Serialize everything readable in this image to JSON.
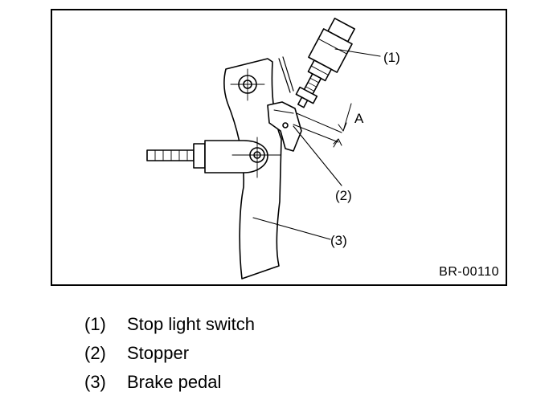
{
  "figure": {
    "id": "BR-00110",
    "callouts": {
      "switch": "(1)",
      "stopper": "(2)",
      "pedal": "(3)",
      "gap": "A"
    }
  },
  "legend": [
    {
      "num": "(1)",
      "label": "Stop light switch"
    },
    {
      "num": "(2)",
      "label": "Stopper"
    },
    {
      "num": "(3)",
      "label": "Brake pedal"
    }
  ]
}
